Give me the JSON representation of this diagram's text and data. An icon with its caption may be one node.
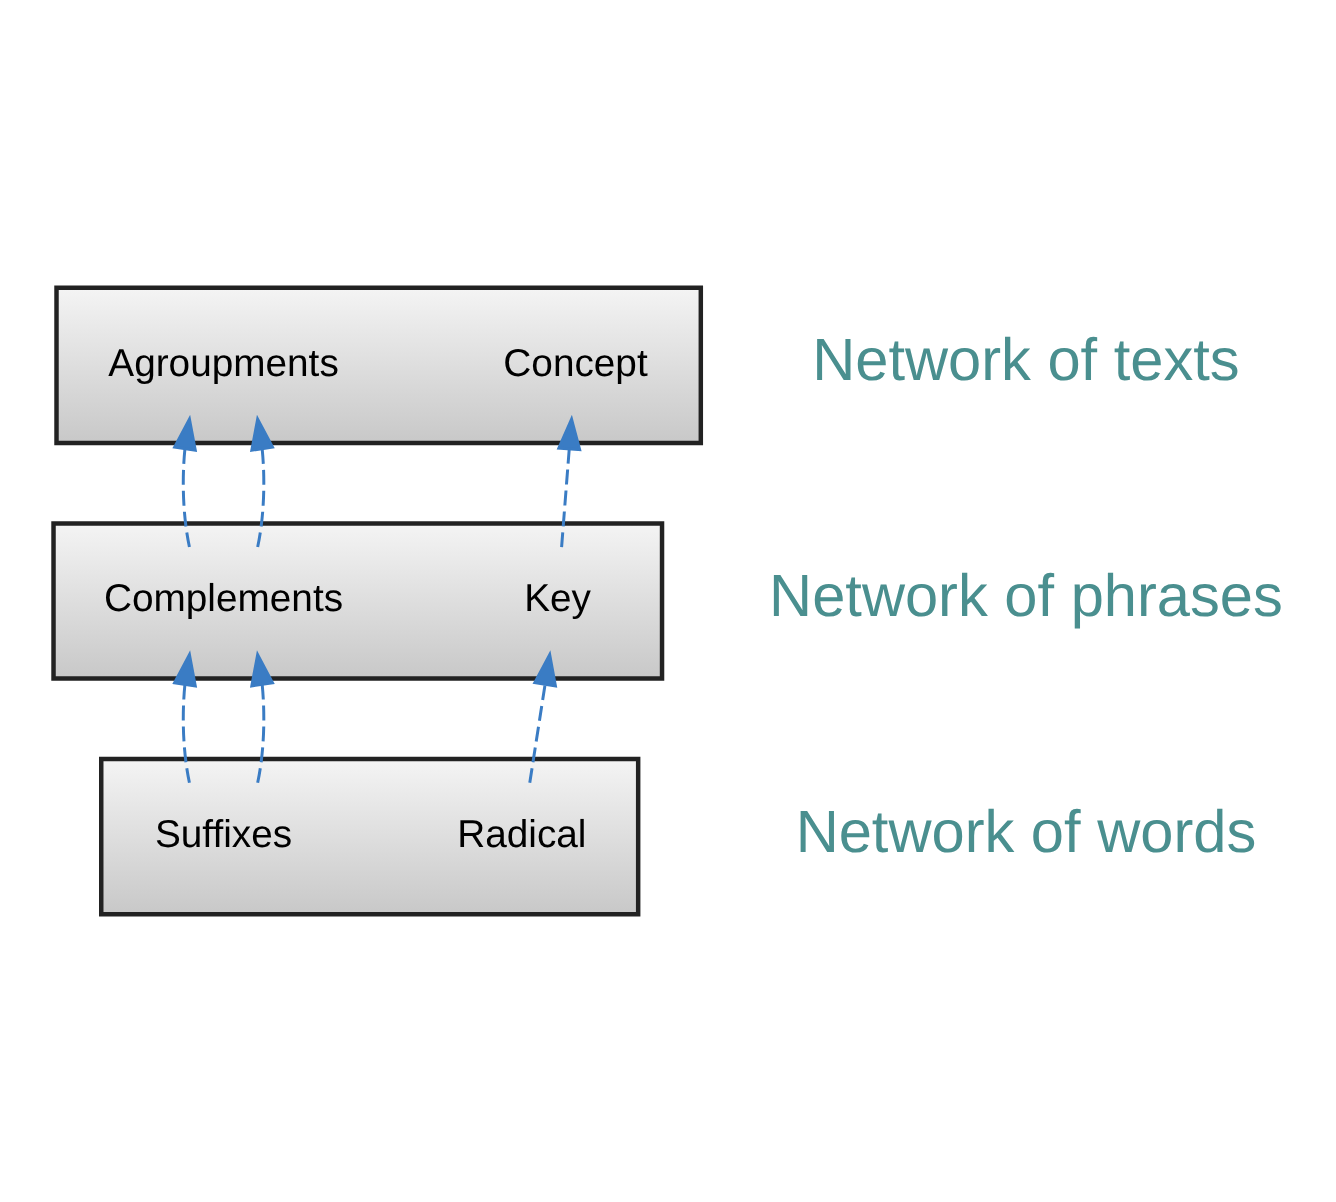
{
  "diagram": {
    "nodes": [
      {
        "text": [],
        "shape": "box"
      },
      {
        "text": [
          "Concept"
        ],
        "in": 0
      },
      {
        "text": [
          "Agroupments"
        ],
        "in": 0
      },
      {
        "text": [],
        "shape": "box"
      },
      {
        "text": [
          "Key"
        ],
        "in": 3
      },
      {
        "text": [
          "Complements"
        ],
        "in": 3
      },
      {
        "text": [],
        "shape": "box"
      },
      {
        "text": [
          "Radical"
        ],
        "in": 6
      },
      {
        "text": [
          "Suffixes"
        ],
        "in": 6
      }
    ],
    "edges": [
      {
        "from": 4,
        "to": 1,
        "arrow": "to",
        "style": "dashed"
      },
      {
        "from": 5,
        "to": 2,
        "arrow": "to",
        "style": "dashed"
      },
      {
        "from": 5,
        "to": 2,
        "arrow": "to",
        "style": "dashed"
      },
      {
        "from": 7,
        "to": 4,
        "arrow": "to",
        "style": "dashed"
      },
      {
        "from": 8,
        "to": 5,
        "arrow": "to",
        "style": "dashed"
      },
      {
        "from": 8,
        "to": 5,
        "arrow": "to",
        "style": "dashed"
      }
    ],
    "labels": [
      "Network of texts",
      "Network of phrases",
      "Network of words"
    ]
  }
}
